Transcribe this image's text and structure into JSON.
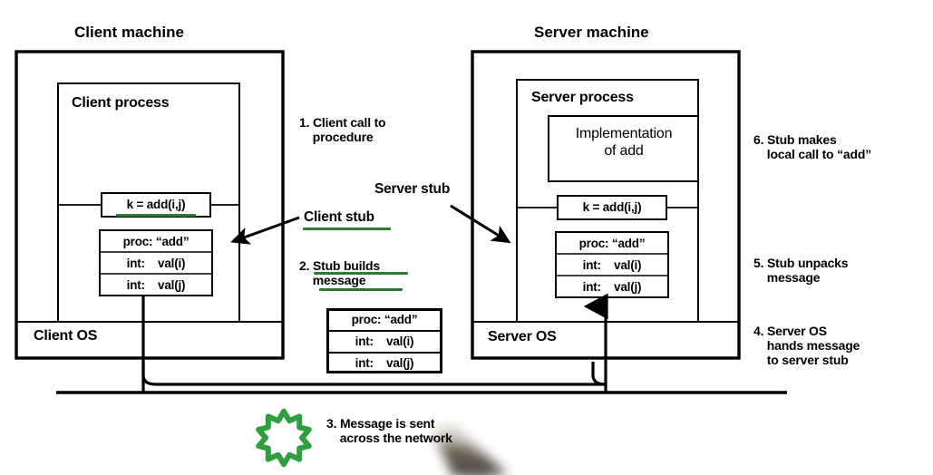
{
  "diagram": {
    "title_client": "Client machine",
    "title_server": "Server machine",
    "client_process": "Client process",
    "server_process": "Server process",
    "implementation": "Implementation\nof add",
    "client_os": "Client OS",
    "server_os": "Server OS",
    "call_expr": "k = add(i,j)",
    "msg_rows": [
      "proc: “add”",
      "int:    val(i)",
      "int:    val(j)"
    ],
    "client_stub_label": "Client stub",
    "server_stub_label": "Server stub"
  },
  "steps": [
    {
      "id": "step1",
      "text": "1. Client call to\n    procedure"
    },
    {
      "id": "step2",
      "text": "2. Stub builds\n    message"
    },
    {
      "id": "step3",
      "text": "3. Message is sent\n    across the network"
    },
    {
      "id": "step4",
      "text": "4. Server OS\n    hands message\n    to server stub"
    },
    {
      "id": "step5",
      "text": "5. Stub unpacks\n    message"
    },
    {
      "id": "step6",
      "text": "6. Stub makes\n    local call to “add”"
    }
  ],
  "icons": {
    "network_burst": "green-starburst-icon",
    "pointer": "stylus-pen-icon"
  },
  "colors": {
    "stroke": "#000000",
    "highlight_underline": "#2f7a33",
    "burst": "#2f9e3f",
    "background": "#ffffff"
  }
}
